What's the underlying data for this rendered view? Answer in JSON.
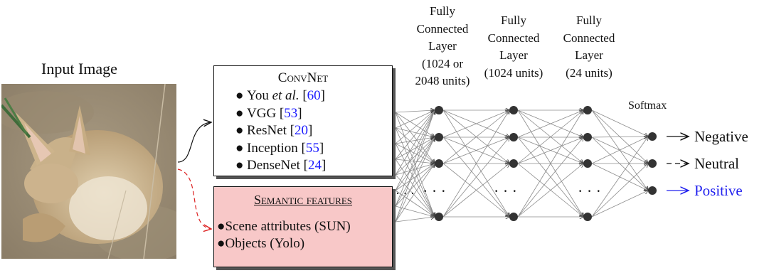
{
  "input_title": "Input Image",
  "convnet": {
    "title": "ConvNet",
    "items": [
      {
        "pre": "You ",
        "ital": "et al.",
        "post": " ",
        "cite": "60"
      },
      {
        "pre": "VGG ",
        "ital": "",
        "post": "",
        "cite": "53"
      },
      {
        "pre": "ResNet ",
        "ital": "",
        "post": "",
        "cite": "20"
      },
      {
        "pre": "Inception ",
        "ital": "",
        "post": "",
        "cite": "55"
      },
      {
        "pre": "DenseNet ",
        "ital": "",
        "post": "",
        "cite": "24"
      }
    ]
  },
  "semantic": {
    "title": "Semantic features",
    "items": [
      "Scene attributes (SUN)",
      "Objects (Yolo)"
    ]
  },
  "layers": [
    {
      "lines": [
        "Fully",
        "Connected",
        "Layer",
        "(1024 or",
        "2048 units)"
      ]
    },
    {
      "lines": [
        "Fully",
        "Connected",
        "Layer",
        "(1024 units)"
      ]
    },
    {
      "lines": [
        "Fully",
        "Connected",
        "Layer",
        "(24 units)"
      ]
    }
  ],
  "softmax_label": "Softmax",
  "outputs": [
    {
      "label": "Negative",
      "color": "#111111",
      "style": "solid"
    },
    {
      "label": "Neutral",
      "color": "#111111",
      "style": "dashed"
    },
    {
      "label": "Positive",
      "color": "#2020ee",
      "style": "solid"
    }
  ],
  "ellipsis": "· · ·",
  "colors": {
    "semantic_bg": "#f8c8c8",
    "cite": "#1a1aff",
    "red_arrow": "#dd2222",
    "positive": "#2020ee"
  }
}
